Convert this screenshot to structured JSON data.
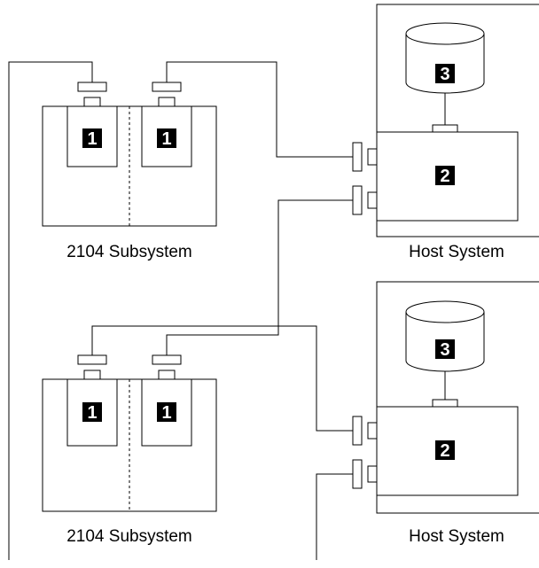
{
  "subsystems": [
    {
      "label": "2104 Subsystem",
      "controller_numbers": [
        "1",
        "1"
      ]
    },
    {
      "label": "2104 Subsystem",
      "controller_numbers": [
        "1",
        "1"
      ]
    }
  ],
  "hosts": [
    {
      "label": "Host System",
      "host_number": "2",
      "disk_number": "3"
    },
    {
      "label": "Host System",
      "host_number": "2",
      "disk_number": "3"
    }
  ]
}
